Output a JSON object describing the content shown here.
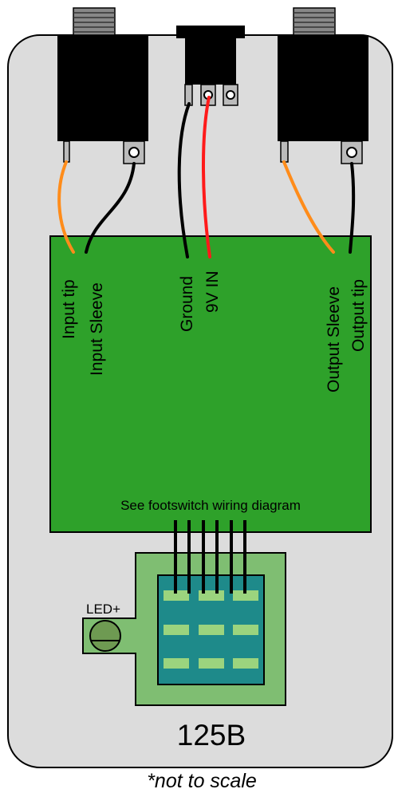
{
  "labels": {
    "input_tip": "Input tip",
    "input_sleeve": "Input Sleeve",
    "ground": "Ground",
    "nine_v_in": "9V IN",
    "output_sleeve": "Output Sleeve",
    "output_tip": "Output tip",
    "footswitch": "See footswitch wiring diagram",
    "led": "LED+",
    "enclosure": "125B",
    "note": "*not to scale"
  },
  "colors": {
    "enclosure": "#dcdcdc",
    "pcb": "#2ea12a",
    "footswitch_board": "#7fbe72",
    "footswitch_body": "#1e8a8a",
    "footswitch_pads": "#9bd47e",
    "jack": "#000000",
    "wire_orange": "#ff8c1a",
    "wire_red": "#ff1a1a",
    "wire_black": "#000000"
  }
}
